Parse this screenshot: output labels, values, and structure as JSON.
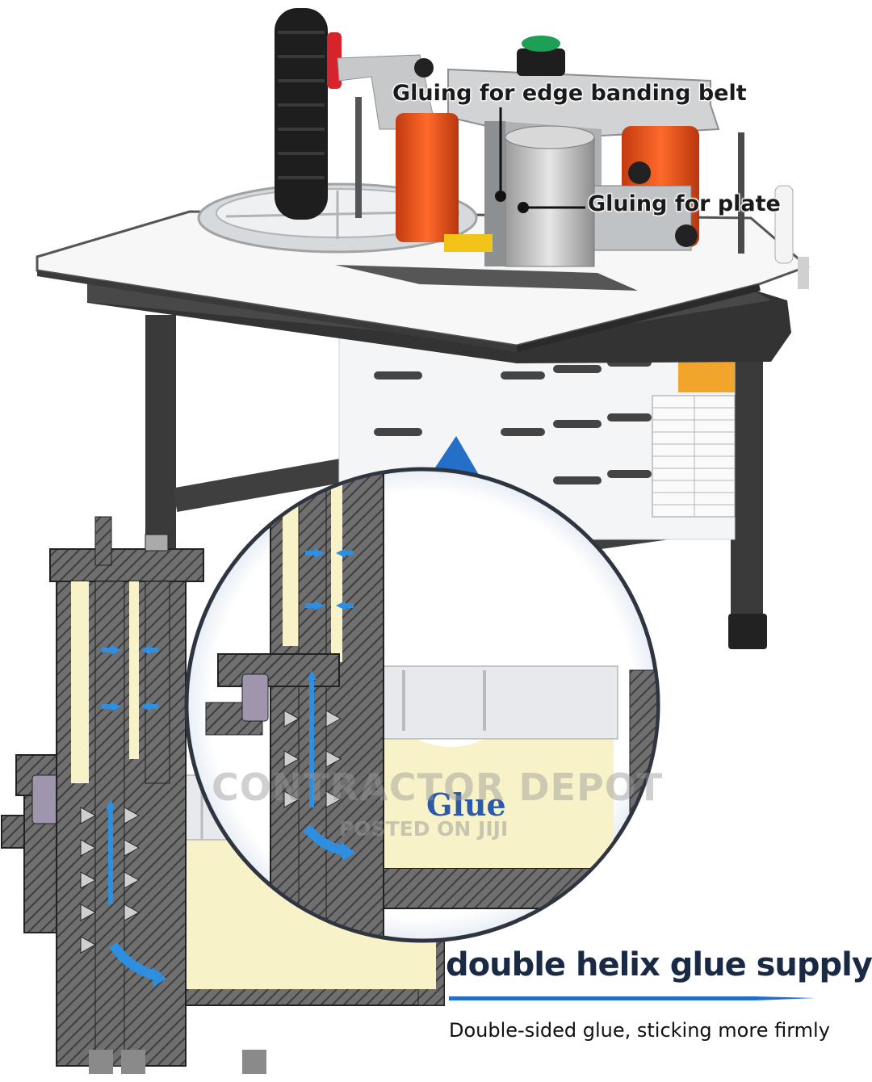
{
  "callouts": {
    "belt": "Gluing for edge banding belt",
    "plate": "Gluing for plate"
  },
  "diagram": {
    "glue_label": "Glue"
  },
  "watermark": {
    "line1": "CONTRACTOR DEPOT",
    "line2": "POSTED ON JIJI"
  },
  "footer": {
    "headline": "double helix glue supply",
    "tagline": "Double-sided glue, sticking more firmly"
  },
  "colors": {
    "glue": "#f8f2c8",
    "arrow": "#2e8fe0",
    "headline": "#1b2a44",
    "accent_line": "#1f6fd0"
  }
}
